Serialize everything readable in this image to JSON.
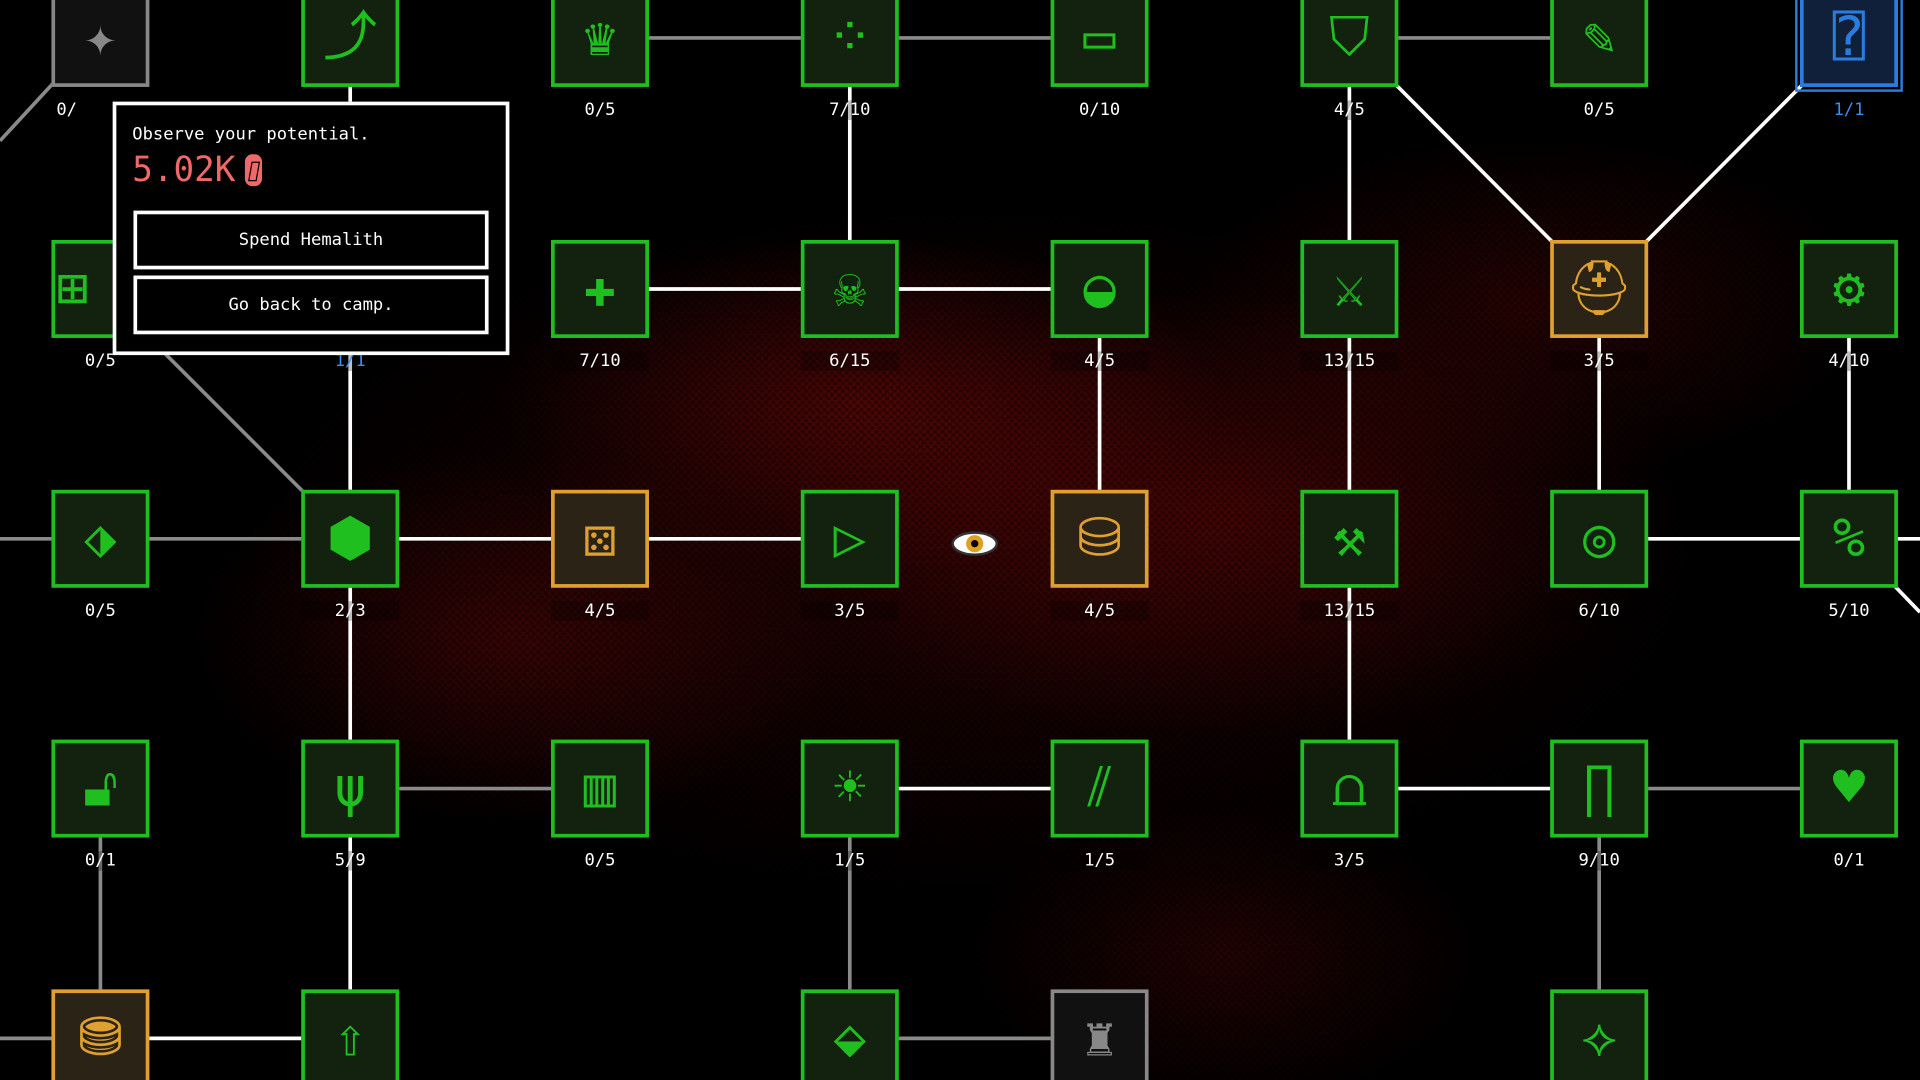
{
  "dialog": {
    "title": "Observe your potential.",
    "currency_amount": "5.02K",
    "currency_icon": "hemalith-gem-icon",
    "spend_button": "Spend Hemalith",
    "back_button": "Go back to camp."
  },
  "colors": {
    "unlocked": "#1fbf1f",
    "highlighted": "#e0a030",
    "maxed": "#2a7de0",
    "locked": "#888888",
    "currency": "#f06868"
  },
  "center_icon": "eye-icon",
  "nodes": [
    {
      "icon": "sparkle-icon",
      "state": "gray",
      "label": "0/"
    },
    {
      "icon": "dodge-arrow-icon",
      "state": "green",
      "label": ""
    },
    {
      "icon": "crown-spikes-icon",
      "state": "green",
      "label": "0/5"
    },
    {
      "icon": "bubbles-plus-icon",
      "state": "green",
      "label": "7/10"
    },
    {
      "icon": "battery-icon",
      "state": "green",
      "label": "0/10"
    },
    {
      "icon": "armor-plus-icon",
      "state": "green",
      "label": "4/5"
    },
    {
      "icon": "scroll-sword-icon",
      "state": "green",
      "label": "0/5"
    },
    {
      "icon": "helmet-question-icon",
      "state": "blue",
      "label": "1/1"
    },
    {
      "icon": "grid-flag-icon",
      "state": "green",
      "label": "0/5"
    },
    {
      "icon": "hidden-icon",
      "state": "blue",
      "label": "1/1"
    },
    {
      "icon": "cross-plus-icon",
      "state": "green",
      "label": "7/10"
    },
    {
      "icon": "skull-icon",
      "state": "green",
      "label": "6/15"
    },
    {
      "icon": "plate-plus-icon",
      "state": "green",
      "label": "4/5"
    },
    {
      "icon": "sword-plus-icon",
      "state": "green",
      "label": "13/15"
    },
    {
      "icon": "helmet-plus-icon",
      "state": "gold",
      "label": "3/5"
    },
    {
      "icon": "gears-icon",
      "state": "green",
      "label": "4/10"
    },
    {
      "icon": "tag-icon",
      "state": "green",
      "label": "0/5"
    },
    {
      "icon": "cube-icon",
      "state": "green",
      "label": "2/3"
    },
    {
      "icon": "dice-stack-icon",
      "state": "gold",
      "label": "4/5"
    },
    {
      "icon": "play-triangle-icon",
      "state": "green",
      "label": "3/5"
    },
    {
      "icon": "coin-plus-icon",
      "state": "gold",
      "label": "4/5"
    },
    {
      "icon": "anvil-icon",
      "state": "green",
      "label": "13/15"
    },
    {
      "icon": "target-icon",
      "state": "green",
      "label": "6/10"
    },
    {
      "icon": "percent-icon",
      "state": "green",
      "label": "5/10"
    },
    {
      "icon": "unlock-icon",
      "state": "green",
      "label": "0/1"
    },
    {
      "icon": "grass-icon",
      "state": "green",
      "label": "5/9"
    },
    {
      "icon": "cage-icon",
      "state": "green",
      "label": "0/5"
    },
    {
      "icon": "bug-icon",
      "state": "green",
      "label": "1/5"
    },
    {
      "icon": "claw-icon",
      "state": "green",
      "label": "1/5"
    },
    {
      "icon": "boots-plus-icon",
      "state": "green",
      "label": "3/5"
    },
    {
      "icon": "pants-plus-icon",
      "state": "green",
      "label": "9/10"
    },
    {
      "icon": "heart-icon",
      "state": "green",
      "label": "0/1"
    },
    {
      "icon": "coins-dice-icon",
      "state": "gold",
      "label": ""
    },
    {
      "icon": "up-arrow-icon",
      "state": "green",
      "label": ""
    },
    {
      "icon": "tag-eye-icon",
      "state": "green",
      "label": ""
    },
    {
      "icon": "figure-icon",
      "state": "gray",
      "label": ""
    },
    {
      "icon": "shapes-icon",
      "state": "green",
      "label": ""
    }
  ],
  "edges": [
    {
      "a": 2,
      "b": 3,
      "active": false
    },
    {
      "a": 3,
      "b": 4,
      "active": false
    },
    {
      "a": 5,
      "b": 6,
      "active": false
    },
    {
      "a": 16,
      "b": 17,
      "active": false
    },
    {
      "a": 25,
      "b": 26,
      "active": false
    },
    {
      "a": 30,
      "b": 31,
      "active": false
    },
    {
      "a": 8,
      "b": 17,
      "active": false
    },
    {
      "a": 24,
      "b": 32,
      "active": false
    },
    {
      "a": 27,
      "b": 34,
      "active": false
    },
    {
      "a": 30,
      "b": 36,
      "active": false
    },
    {
      "a": 34,
      "b": 35,
      "active": false
    },
    {
      "a": 3,
      "b": 11,
      "active": true
    },
    {
      "a": 5,
      "b": 13,
      "active": true
    },
    {
      "a": 5,
      "b": 14,
      "active": true
    },
    {
      "a": 7,
      "b": 14,
      "active": true
    },
    {
      "a": 10,
      "b": 11,
      "active": true
    },
    {
      "a": 11,
      "b": 12,
      "active": true
    },
    {
      "a": 1,
      "b": 9,
      "active": true
    },
    {
      "a": 9,
      "b": 17,
      "active": true
    },
    {
      "a": 12,
      "b": 20,
      "active": true
    },
    {
      "a": 13,
      "b": 21,
      "active": true
    },
    {
      "a": 14,
      "b": 22,
      "active": true
    },
    {
      "a": 15,
      "b": 23,
      "active": true
    },
    {
      "a": 17,
      "b": 18,
      "active": true
    },
    {
      "a": 18,
      "b": 19,
      "active": true
    },
    {
      "a": 22,
      "b": 23,
      "active": true
    },
    {
      "a": 17,
      "b": 25,
      "active": true
    },
    {
      "a": 21,
      "b": 29,
      "active": true
    },
    {
      "a": 27,
      "b": 28,
      "active": true
    },
    {
      "a": 29,
      "b": 30,
      "active": true
    },
    {
      "a": 25,
      "b": 33,
      "active": true
    },
    {
      "a": 32,
      "b": 33,
      "active": true
    }
  ]
}
